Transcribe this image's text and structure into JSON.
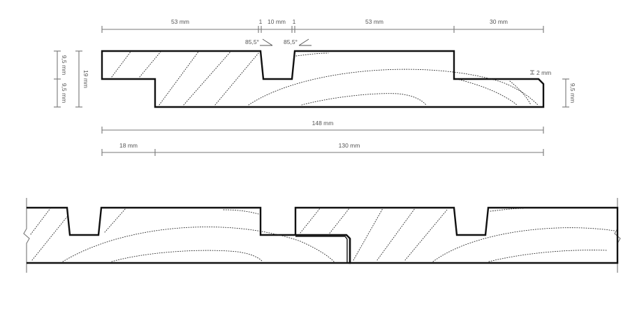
{
  "top_profile": {
    "dims_top": {
      "seg1": "53 mm",
      "gap_left": "1",
      "groove": "10 mm",
      "gap_right": "1",
      "seg2": "53 mm",
      "seg3": "30 mm"
    },
    "angles": {
      "left": "85,5°",
      "right": "85,5°"
    },
    "dims_left": {
      "upper": "9,5 mm",
      "lower": "9,5 mm",
      "total": "19 mm"
    },
    "dims_right": {
      "chamfer": "2 mm",
      "lip": "9,5 mm"
    },
    "dims_bottom": {
      "overall": "148 mm",
      "tongue": "18 mm",
      "visible": "130 mm"
    }
  },
  "bottom_profile": {}
}
